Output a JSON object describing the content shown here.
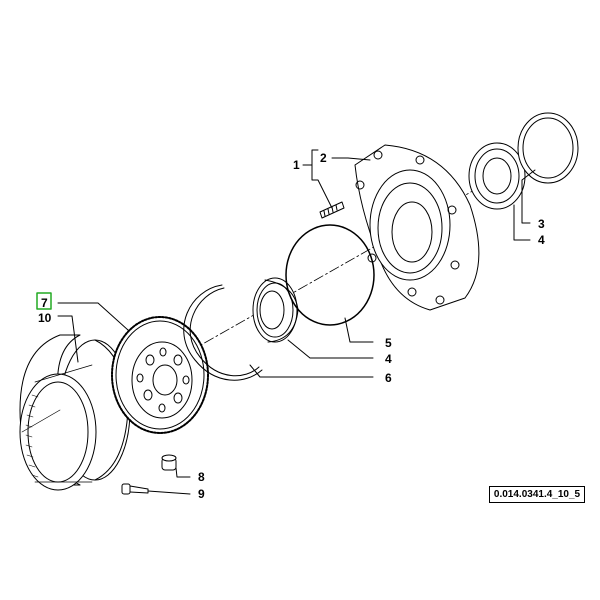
{
  "callouts": {
    "c1": "1",
    "c2": "2",
    "c3": "3",
    "c4a": "4",
    "c4b": "4",
    "c5": "5",
    "c6": "6",
    "c7": "7",
    "c8": "8",
    "c9": "9",
    "c10": "10"
  },
  "reference_code": "0.014.0341.4_10_5",
  "colors": {
    "line": "#000000",
    "highlight": "#22aa22",
    "background": "#ffffff"
  }
}
